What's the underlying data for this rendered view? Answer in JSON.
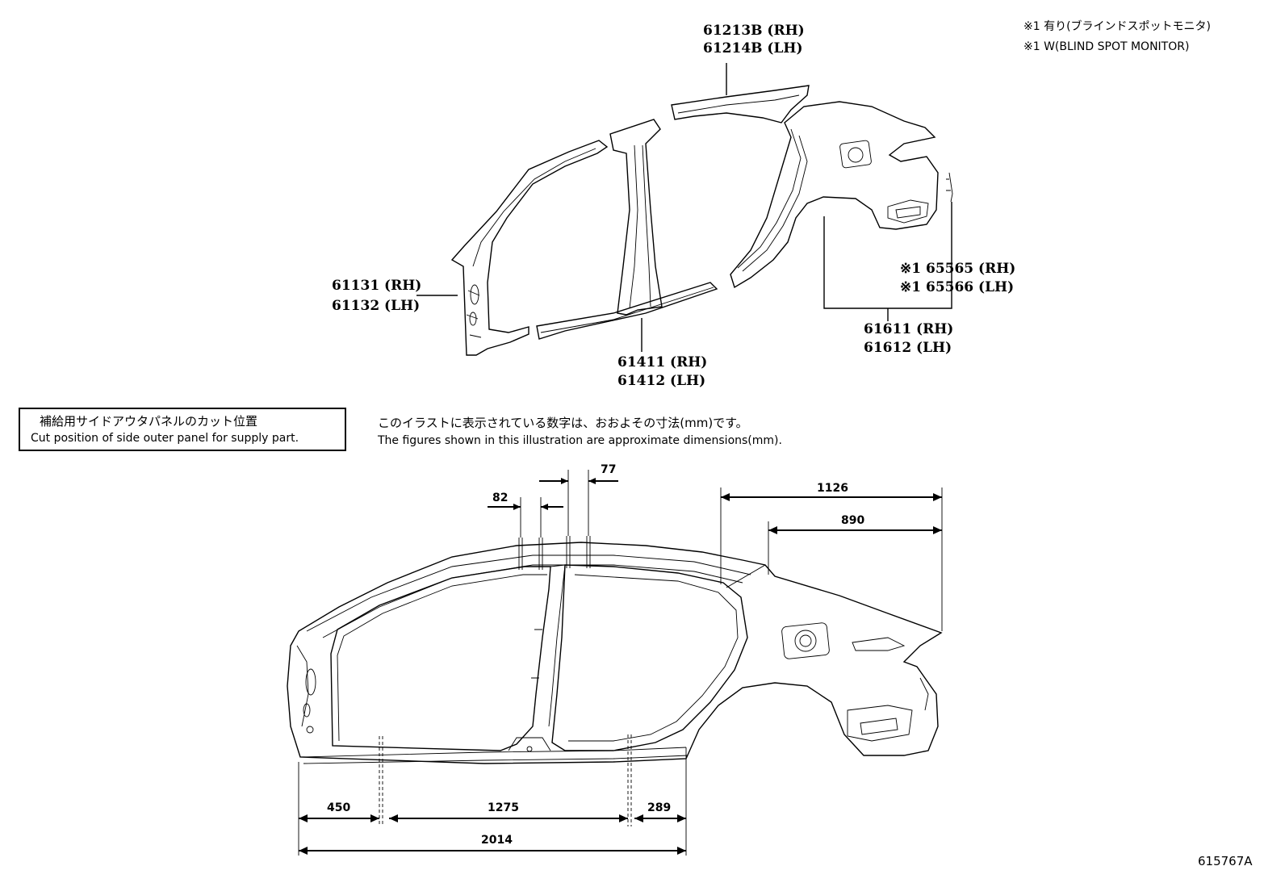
{
  "notes": {
    "line1": "※1 有り(ブラインドスポットモニタ)",
    "line2": "※1 W(BLIND SPOT MONITOR)"
  },
  "parts": {
    "roof_side_rh": "61213B (RH)",
    "roof_side_lh": "61214B (LH)",
    "front_pillar_rh": "61131 (RH)",
    "front_pillar_lh": "61132 (LH)",
    "rocker_rh": "61411 (RH)",
    "rocker_lh": "61412 (LH)",
    "monitor_rh": "※1 65565 (RH)",
    "monitor_lh": "※1 65566 (LH)",
    "quarter_rh": "61611 (RH)",
    "quarter_lh": "61612 (LH)"
  },
  "cut_box": {
    "jp": "補給用サイドアウタパネルのカット位置",
    "en": "Cut position of side outer panel for supply part."
  },
  "disclaimer": {
    "jp": "このイラストに表示されている数字は、おおよその寸法(mm)です。",
    "en": "The figures shown in this illustration are approximate dimensions(mm)."
  },
  "dimensions": {
    "d77": "77",
    "d82": "82",
    "d1126": "1126",
    "d890": "890",
    "d450": "450",
    "d1275": "1275",
    "d289": "289",
    "d2014": "2014"
  },
  "figure_id": "615767A"
}
